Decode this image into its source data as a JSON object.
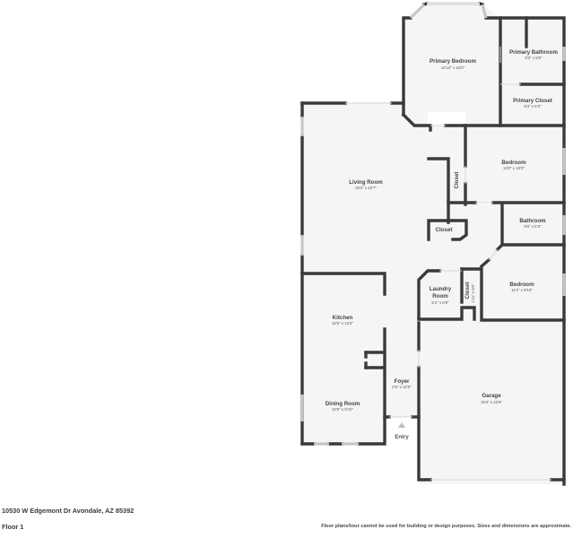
{
  "property": {
    "address": "10530 W Edgemont Dr Avondale, AZ 85392",
    "floor_label": "Floor 1",
    "disclaimer": "Floor plans/tour cannot be used for building or design purposes. Sizes and dimensions are approximate."
  },
  "rooms": [
    {
      "name": "Primary Bedroom",
      "dims": "12'10\" x 16'0\""
    },
    {
      "name": "Primary Bathroom",
      "dims": "8'3\" x 8'5\""
    },
    {
      "name": "Primary Closet",
      "dims": "8'3\" x 5'3\""
    },
    {
      "name": "Living Room",
      "dims": "19'3\" x 22'7\""
    },
    {
      "name": "Bedroom",
      "dims": "13'0\" x 10'0\""
    },
    {
      "name": "Closet",
      "dims": ""
    },
    {
      "name": "Closet",
      "dims": ""
    },
    {
      "name": "Bathroom",
      "dims": "8'0\" x 5'3\""
    },
    {
      "name": "Laundry",
      "name2": "Room",
      "dims": "5'4\" x 6'8\""
    },
    {
      "name": "Closet",
      "dims": "1'11\" x 5'0\""
    },
    {
      "name": "Bedroom",
      "dims": "11'2\" x 9'10\""
    },
    {
      "name": "Kitchen",
      "dims": "10'5\" x 12'6\""
    },
    {
      "name": "Foyer",
      "dims": "4'5\" x 12'0\""
    },
    {
      "name": "Dining Room",
      "dims": "10'5\" x 9'10\""
    },
    {
      "name": "Garage",
      "dims": "19'3\" x 22'6\""
    }
  ],
  "entry": {
    "label": "Entry",
    "icon": "entry-arrow-icon"
  },
  "colors": {
    "wall": "#3a3a3a",
    "floor": "#f5f5f5",
    "window": "#c4c4c4",
    "text": "#444444"
  }
}
